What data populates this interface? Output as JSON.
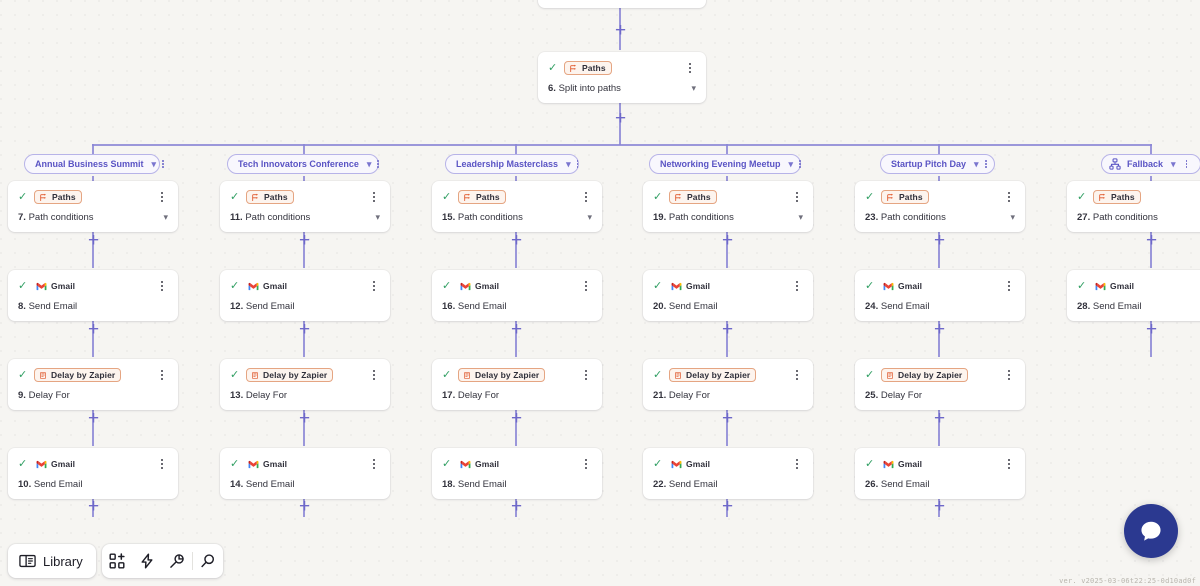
{
  "meta": {
    "version_text": "ver. v2025-03-06t22:25-0d10ad0f",
    "accent_purple": "#6e68c9",
    "accent_path_border": "#b7b3e8",
    "app_pill_border": "#e5a582",
    "app_pill_bg": "#fdf4ee",
    "check_green": "#2f9e62",
    "canvas_bg": "#f6f5f2",
    "chat_blue": "#2b3990"
  },
  "split_node": {
    "app": "Paths",
    "app_icon": "paths-icon",
    "label_num": "6.",
    "label_text": "Split into paths",
    "check_icon": "check-icon",
    "kebab_icon": "kebab-menu-icon",
    "chevron_icon": "chevron-down-icon"
  },
  "branches": [
    {
      "header": {
        "title": "Annual Business Summit",
        "icon": null
      },
      "nodes": [
        {
          "app": "Paths",
          "app_icon": "paths-icon",
          "pill": true,
          "num": "7.",
          "text": "Path conditions",
          "chevron": true
        },
        {
          "app": "Gmail",
          "app_icon": "gmail-icon",
          "pill": false,
          "num": "8.",
          "text": "Send Email",
          "chevron": false
        },
        {
          "app": "Delay by Zapier",
          "app_icon": "delay-icon",
          "pill": true,
          "num": "9.",
          "text": "Delay For",
          "chevron": false
        },
        {
          "app": "Gmail",
          "app_icon": "gmail-icon",
          "pill": false,
          "num": "10.",
          "text": "Send Email",
          "chevron": false
        }
      ]
    },
    {
      "header": {
        "title": "Tech Innovators Conference",
        "icon": null
      },
      "nodes": [
        {
          "app": "Paths",
          "app_icon": "paths-icon",
          "pill": true,
          "num": "11.",
          "text": "Path conditions",
          "chevron": true
        },
        {
          "app": "Gmail",
          "app_icon": "gmail-icon",
          "pill": false,
          "num": "12.",
          "text": "Send Email",
          "chevron": false
        },
        {
          "app": "Delay by Zapier",
          "app_icon": "delay-icon",
          "pill": true,
          "num": "13.",
          "text": "Delay For",
          "chevron": false
        },
        {
          "app": "Gmail",
          "app_icon": "gmail-icon",
          "pill": false,
          "num": "14.",
          "text": "Send Email",
          "chevron": false
        }
      ]
    },
    {
      "header": {
        "title": "Leadership Masterclass",
        "icon": null
      },
      "nodes": [
        {
          "app": "Paths",
          "app_icon": "paths-icon",
          "pill": true,
          "num": "15.",
          "text": "Path conditions",
          "chevron": true
        },
        {
          "app": "Gmail",
          "app_icon": "gmail-icon",
          "pill": false,
          "num": "16.",
          "text": "Send Email",
          "chevron": false
        },
        {
          "app": "Delay by Zapier",
          "app_icon": "delay-icon",
          "pill": true,
          "num": "17.",
          "text": "Delay For",
          "chevron": false
        },
        {
          "app": "Gmail",
          "app_icon": "gmail-icon",
          "pill": false,
          "num": "18.",
          "text": "Send Email",
          "chevron": false
        }
      ]
    },
    {
      "header": {
        "title": "Networking Evening Meetup",
        "icon": null
      },
      "nodes": [
        {
          "app": "Paths",
          "app_icon": "paths-icon",
          "pill": true,
          "num": "19.",
          "text": "Path conditions",
          "chevron": true
        },
        {
          "app": "Gmail",
          "app_icon": "gmail-icon",
          "pill": false,
          "num": "20.",
          "text": "Send Email",
          "chevron": false
        },
        {
          "app": "Delay by Zapier",
          "app_icon": "delay-icon",
          "pill": true,
          "num": "21.",
          "text": "Delay For",
          "chevron": false
        },
        {
          "app": "Gmail",
          "app_icon": "gmail-icon",
          "pill": false,
          "num": "22.",
          "text": "Send Email",
          "chevron": false
        }
      ]
    },
    {
      "header": {
        "title": "Startup Pitch Day",
        "icon": null
      },
      "nodes": [
        {
          "app": "Paths",
          "app_icon": "paths-icon",
          "pill": true,
          "num": "23.",
          "text": "Path conditions",
          "chevron": true
        },
        {
          "app": "Gmail",
          "app_icon": "gmail-icon",
          "pill": false,
          "num": "24.",
          "text": "Send Email",
          "chevron": false
        },
        {
          "app": "Delay by Zapier",
          "app_icon": "delay-icon",
          "pill": true,
          "num": "25.",
          "text": "Delay For",
          "chevron": false
        },
        {
          "app": "Gmail",
          "app_icon": "gmail-icon",
          "pill": false,
          "num": "26.",
          "text": "Send Email",
          "chevron": false
        }
      ]
    },
    {
      "header": {
        "title": "Fallback",
        "icon": "fallback-icon"
      },
      "nodes": [
        {
          "app": "Paths",
          "app_icon": "paths-icon",
          "pill": true,
          "num": "27.",
          "text": "Path conditions",
          "chevron": false
        },
        {
          "app": "Gmail",
          "app_icon": "gmail-icon",
          "pill": false,
          "num": "28.",
          "text": "Send Email",
          "chevron": false
        }
      ]
    }
  ],
  "toolbar": {
    "library_label": "Library",
    "library_icon": "library-book-icon",
    "buttons": [
      {
        "icon": "add-step-icon",
        "name": "add-step-button"
      },
      {
        "icon": "zap-icon",
        "name": "ai-zap-button"
      },
      {
        "icon": "tool-icon",
        "name": "tools-button"
      },
      {
        "icon": "search-icon",
        "name": "search-button"
      }
    ]
  },
  "chat": {
    "icon": "chat-bubble-icon"
  }
}
